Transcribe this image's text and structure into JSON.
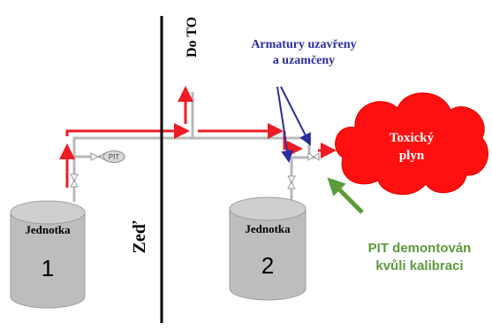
{
  "wall_label": "Zeď",
  "to_label": "Do TO",
  "valves_note": {
    "line1": "Armatury uzavřeny",
    "line2": "a uzamčeny",
    "color": "#2b2d9b"
  },
  "unit1": {
    "title": "Jednotka",
    "number": "1"
  },
  "unit2": {
    "title": "Jednotka",
    "number": "2"
  },
  "pit_label": "PIT",
  "toxic_cloud": {
    "line1": "Toxický",
    "line2": "plyn",
    "color": "#ff1010"
  },
  "pit_note": {
    "line1": "PIT demontován",
    "line2": "kvůli kalibraci",
    "color": "#5b9b3b"
  },
  "colors": {
    "flow": "#ee1c24",
    "pipe": "#b8b8b8",
    "tank": "#bdbdbd",
    "wall": "#000000"
  }
}
